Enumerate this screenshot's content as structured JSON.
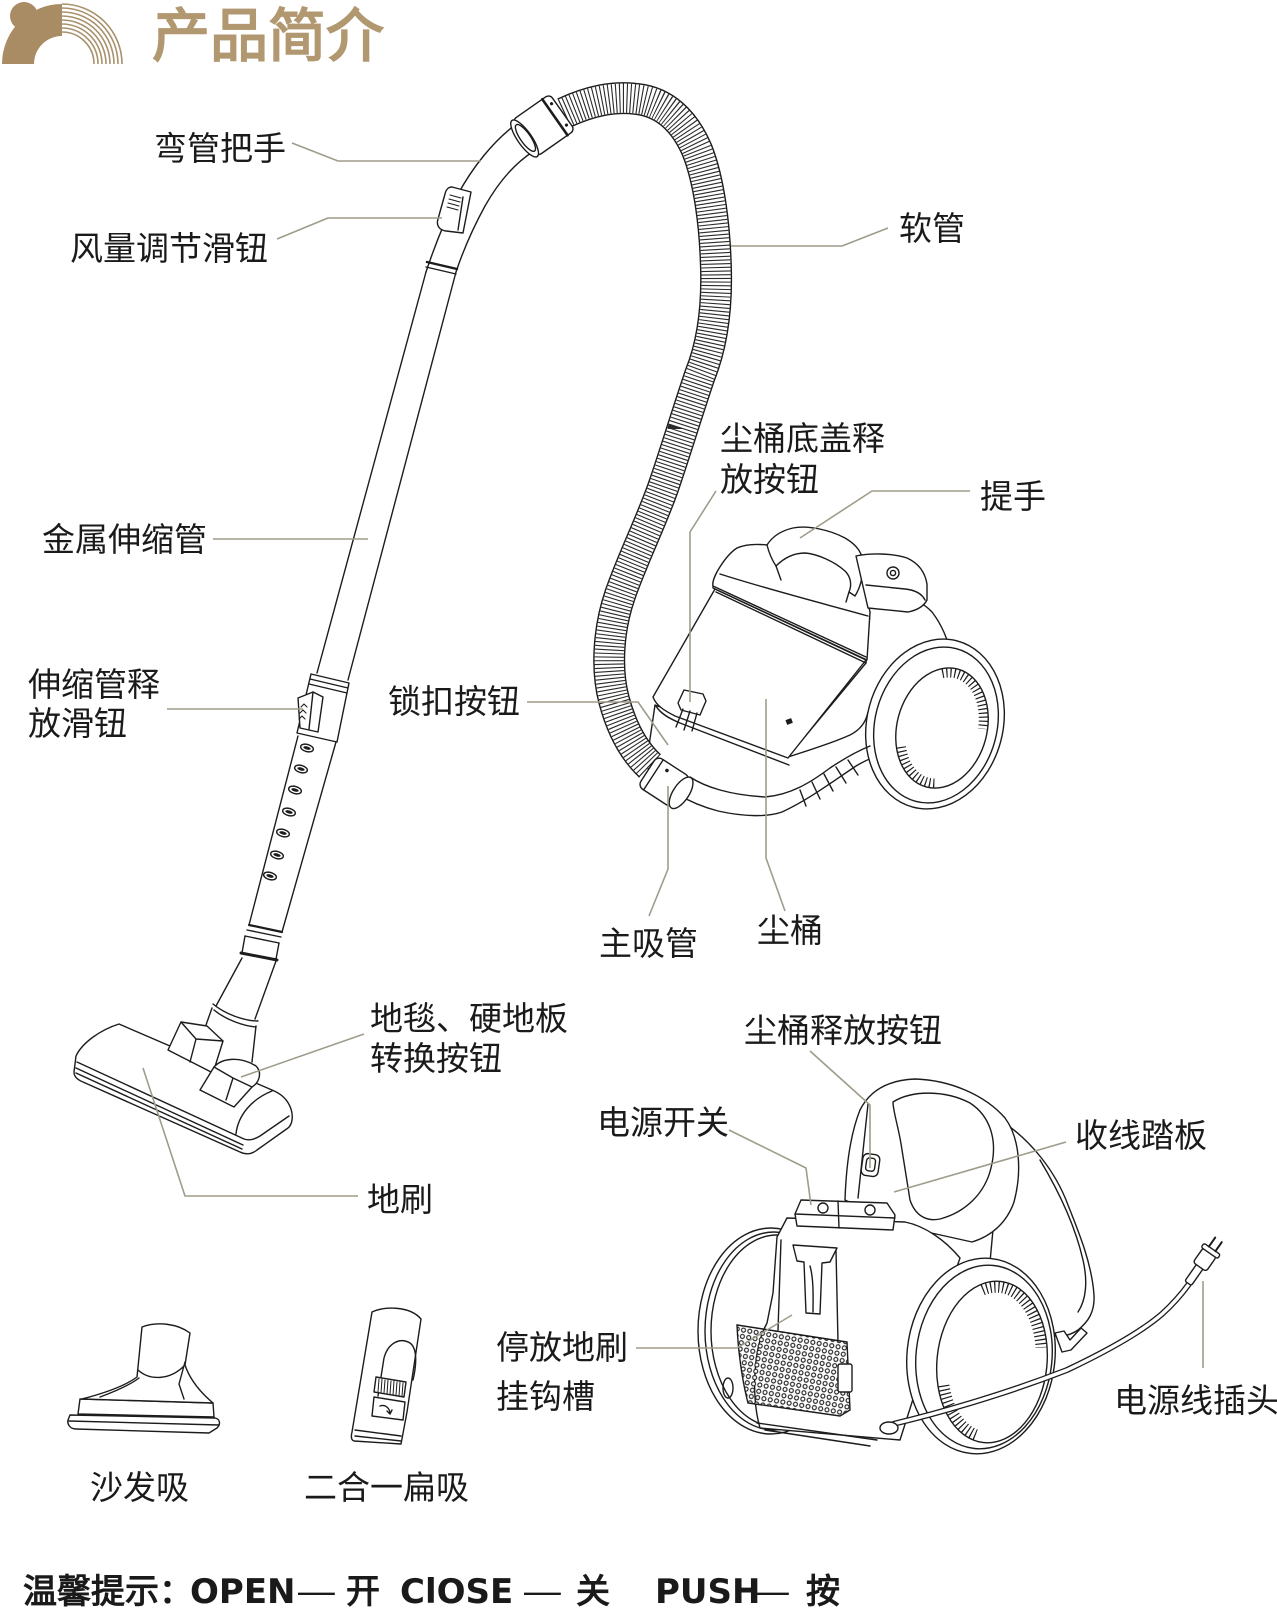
{
  "header": {
    "title": "产品简介",
    "logo_icon": "brand-arc-logo-icon"
  },
  "callouts": {
    "curved_handle": [
      "弯管把手"
    ],
    "airflow_slider": [
      "风量调节滑钮"
    ],
    "hose": [
      "软管"
    ],
    "bin_bottom_cover_release": [
      "尘桶底盖释",
      "放按钮"
    ],
    "carry_handle": [
      "提手"
    ],
    "metal_telescopic_tube": [
      "金属伸缩管"
    ],
    "tube_release_slider": [
      "伸缩管释",
      "放滑钮"
    ],
    "lock_button": [
      "锁扣按钮"
    ],
    "main_suction_pipe": [
      "主吸管"
    ],
    "dust_bin": [
      "尘桶"
    ],
    "carpet_floor_switch": [
      "地毯、硬地板",
      "转换按钮"
    ],
    "floor_brush": [
      "地刷"
    ],
    "dust_bin_release_button": [
      "尘桶释放按钮"
    ],
    "power_switch": [
      "电源开关"
    ],
    "cord_rewind_pedal": [
      "收线踏板"
    ],
    "brush_parking_slot": [
      "停放地刷",
      "挂钩槽"
    ],
    "power_plug": [
      "电源线插头"
    ]
  },
  "accessories": [
    {
      "label": "沙发吸"
    },
    {
      "label": "二合一扁吸"
    }
  ],
  "footer": {
    "prefix": "温馨提示：",
    "separator": "—",
    "items": [
      {
        "en": "OPEN",
        "zh": "开"
      },
      {
        "en": "ClOSE",
        "zh": "关"
      },
      {
        "en": "PUSH",
        "zh": "按"
      }
    ]
  },
  "colors": {
    "accent": "#b29870",
    "logo": "#aa8c64",
    "leader_line": "#a09c8c",
    "line_art": "#1c1c1c"
  }
}
